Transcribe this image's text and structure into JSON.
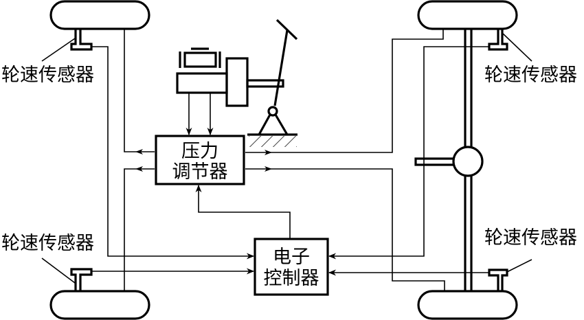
{
  "diagram": {
    "title": "ABS system schematic",
    "components": {
      "pressure_regulator": {
        "line1": "压力",
        "line2": "调节器"
      },
      "ecu": {
        "line1": "电子",
        "line2": "控制器"
      }
    },
    "sensor_labels": {
      "top_left": "轮速传感器",
      "top_right": "轮速传感器",
      "bottom_left": "轮速传感器",
      "bottom_right": "轮速传感器"
    },
    "colors": {
      "stroke": "#000000",
      "background": "#ffffff"
    }
  }
}
